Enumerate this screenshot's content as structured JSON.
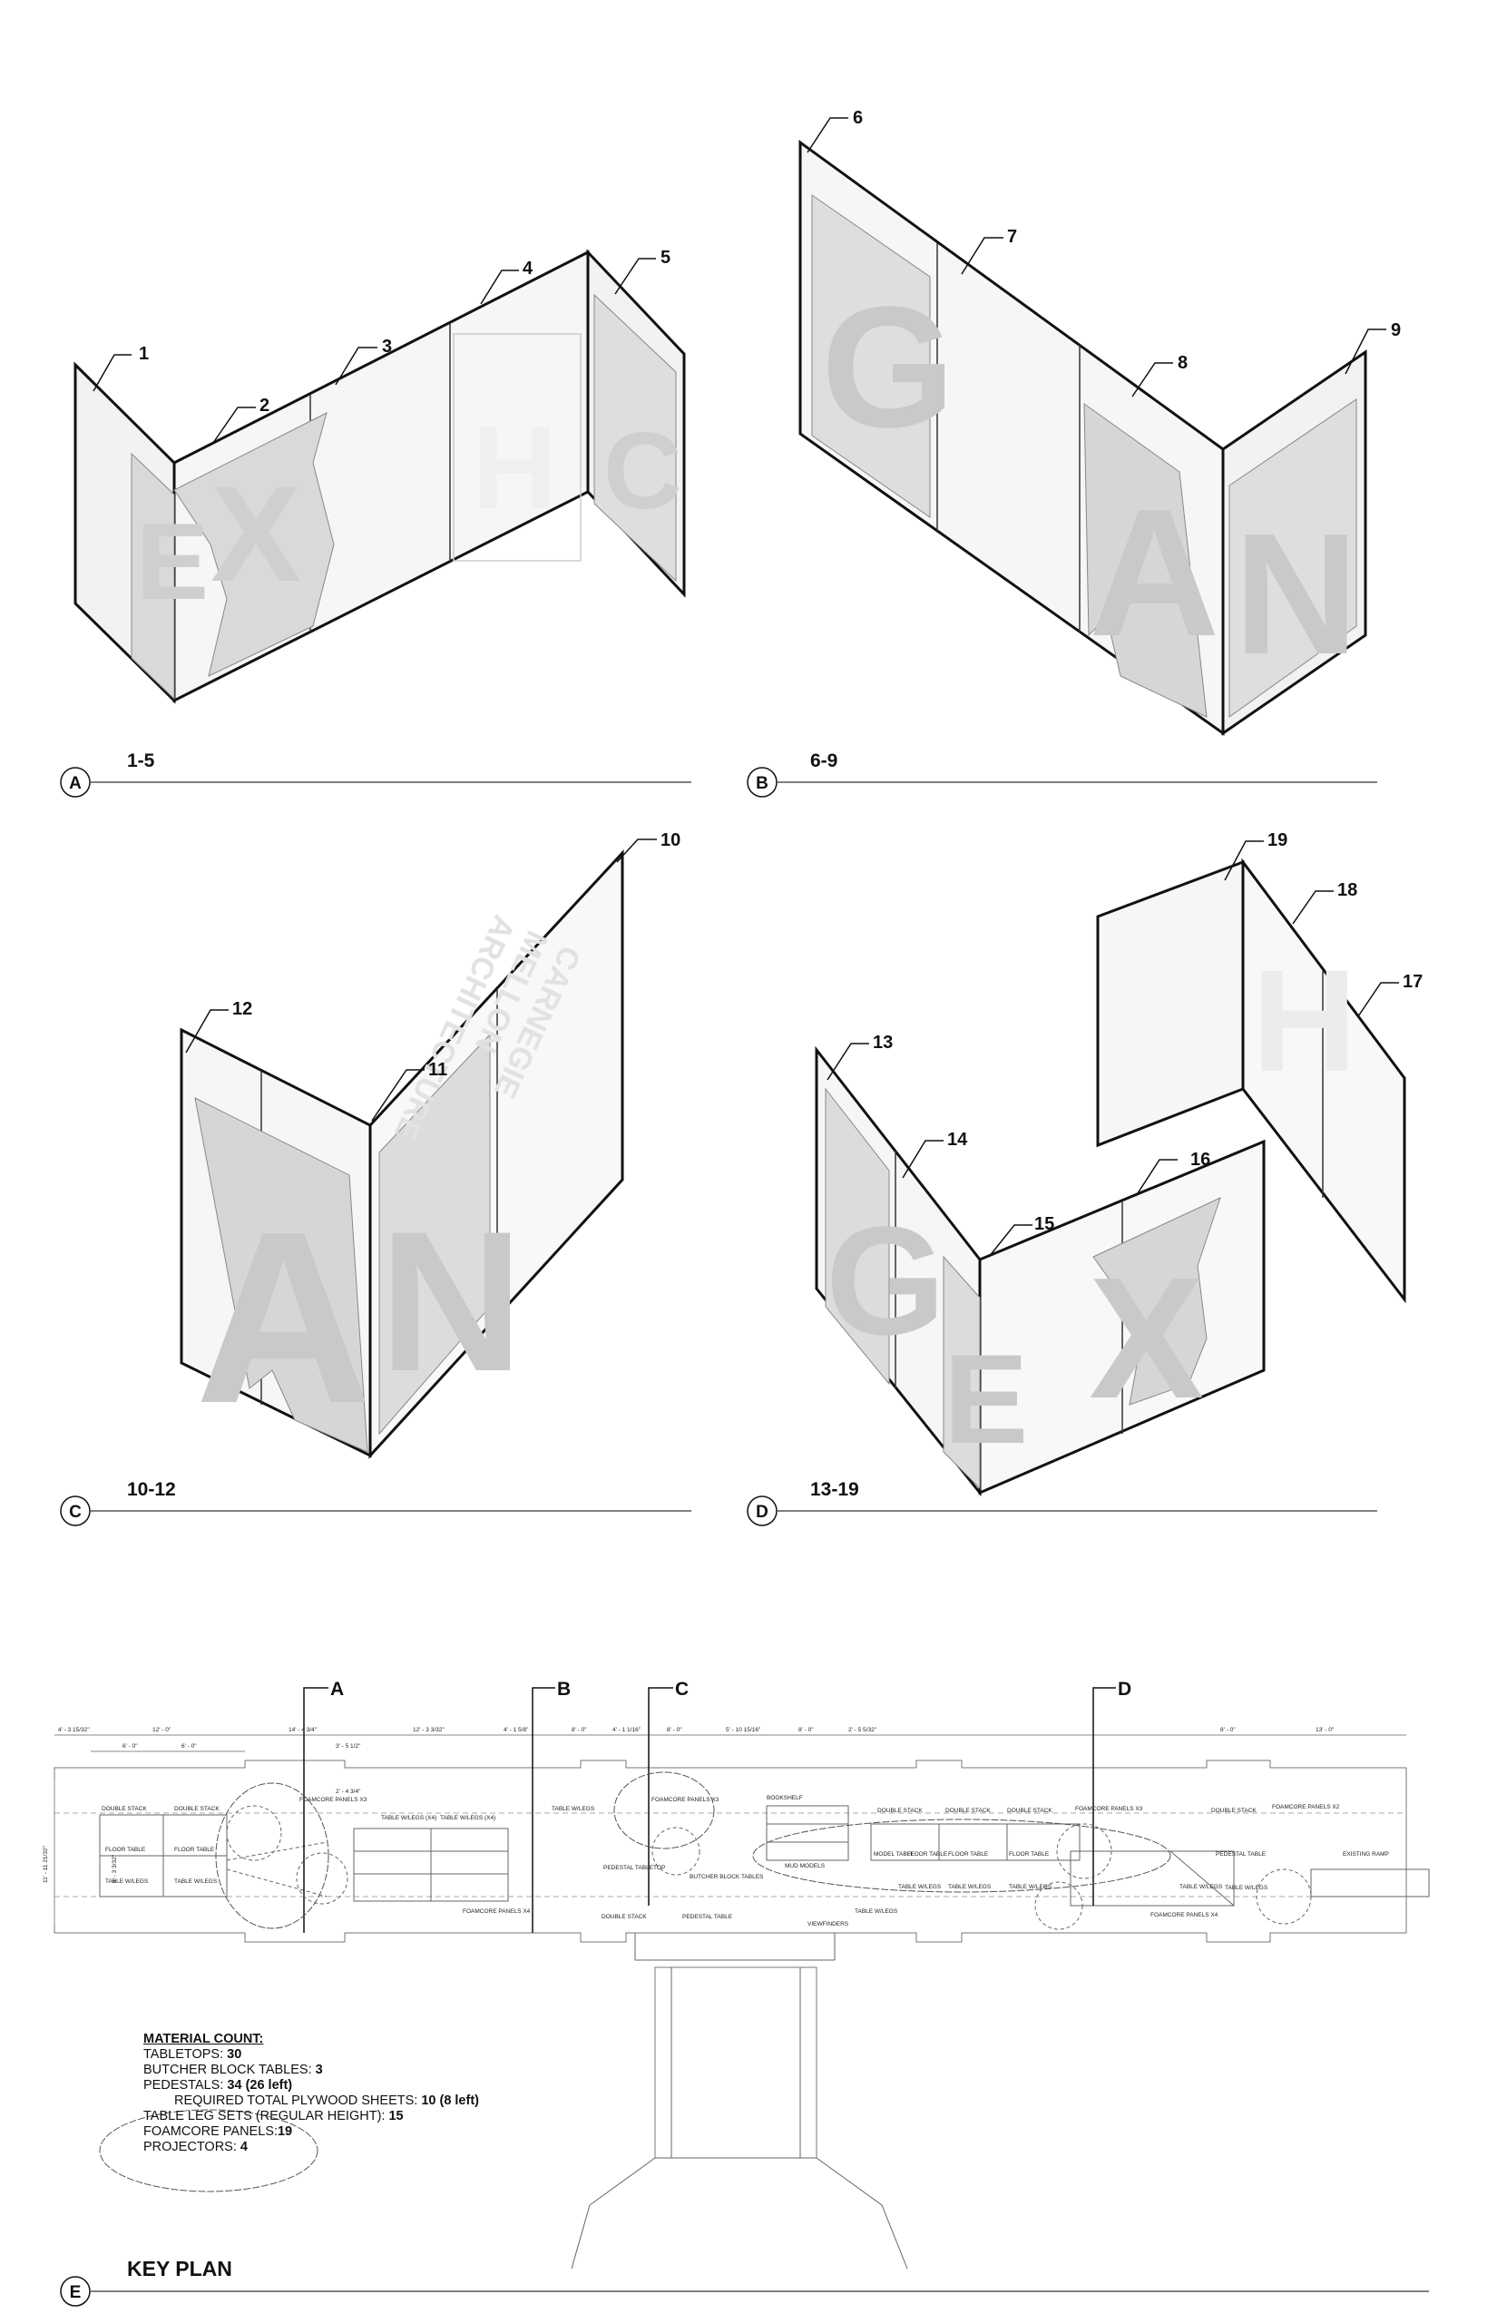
{
  "views": [
    {
      "letter": "A",
      "range": "1-5"
    },
    {
      "letter": "B",
      "range": "6-9"
    },
    {
      "letter": "C",
      "range": "10-12"
    },
    {
      "letter": "D",
      "range": "13-19"
    }
  ],
  "key_plan": {
    "letter": "E",
    "title": "KEY PLAN"
  },
  "callouts": [
    "1",
    "2",
    "3",
    "4",
    "5",
    "6",
    "7",
    "8",
    "9",
    "10",
    "11",
    "12",
    "13",
    "14",
    "15",
    "16",
    "17",
    "18",
    "19"
  ],
  "plan_markers": [
    "A",
    "B",
    "C",
    "D"
  ],
  "panel_letters": {
    "a": [
      "E",
      "X",
      "H",
      "C"
    ],
    "b": [
      "G",
      "A",
      "N"
    ],
    "c": [
      "A",
      "N"
    ],
    "d": [
      "G",
      "E",
      "X",
      "H"
    ],
    "c_text": [
      "CARNEGIE",
      "MELLON",
      "ARCHITECTURE"
    ]
  },
  "plan_labels": {
    "dims_top": [
      "4' - 3 15/32\"",
      "12' - 0\"",
      "14' - 4 3/4\"",
      "12' - 3 3/32\"",
      "4' - 1 5/8\"",
      "8' - 0\"",
      "4' - 1 1/16\"",
      "8' - 0\"",
      "5' - 10 15/16\"",
      "8' - 0\"",
      "2' - 5 5/32\"",
      "8' - 0\"",
      "13' - 0\""
    ],
    "dims_sub": [
      "6' - 0\"",
      "6' - 0\"",
      "3' - 5 1/2\"",
      "2' - 4 3/4\""
    ],
    "left": [
      "11' - 11 21/32\"",
      "4' - 3 3/32\""
    ],
    "items": [
      "DOUBLE STACK",
      "DOUBLE STACK",
      "FLOOR TABLE",
      "FLOOR TABLE",
      "TABLE W/LEGS",
      "TABLE W/LEGS",
      "FOAMCORE PANELS X3",
      "TABLE W/LEGS (X4)",
      "TABLE W/LEGS (X4)",
      "TABLE W/LEGS",
      "FOAMCORE PANELS X4",
      "FOAMCORE PANELS X3",
      "PEDESTAL TABLETOP",
      "BUTCHER BLOCK TABLES",
      "MUD MODELS",
      "BOOKSHELF",
      "DOUBLE STACK",
      "PEDESTAL TABLE",
      "TABLE W/LEGS",
      "VIEWFINDERS",
      "DOUBLE STACK",
      "DOUBLE STACK",
      "DOUBLE STACK",
      "FOAMCORE PANELS X3",
      "MODEL TABLE",
      "FLOOR TABLE",
      "FLOOR TABLE",
      "FLOOR TABLE",
      "TABLE W/LEGS",
      "TABLE W/LEGS",
      "TABLE W/LEGS",
      "TABLE W/LEGS",
      "FOAMCORE PANELS X4",
      "DOUBLE STACK",
      "FOAMCORE PANELS X2",
      "PEDESTAL TABLE",
      "TABLE W/LEGS",
      "EXISTING RAMP"
    ]
  },
  "material_count": {
    "heading": "MATERIAL COUNT:",
    "rows": [
      {
        "label": "TABLETOPS: ",
        "value": "30"
      },
      {
        "label": "BUTCHER BLOCK TABLES: ",
        "value": "3"
      },
      {
        "label": "PEDESTALS: ",
        "value": "34 (26 left)"
      },
      {
        "label": "REQUIRED TOTAL PLYWOOD SHEETS: ",
        "value": "10 (8 left)"
      },
      {
        "label": "TABLE LEG SETS (REGULAR HEIGHT): ",
        "value": "15"
      },
      {
        "label": "FOAMCORE PANELS:",
        "value": "19"
      },
      {
        "label": "PROJECTORS: ",
        "value": "4"
      }
    ]
  }
}
